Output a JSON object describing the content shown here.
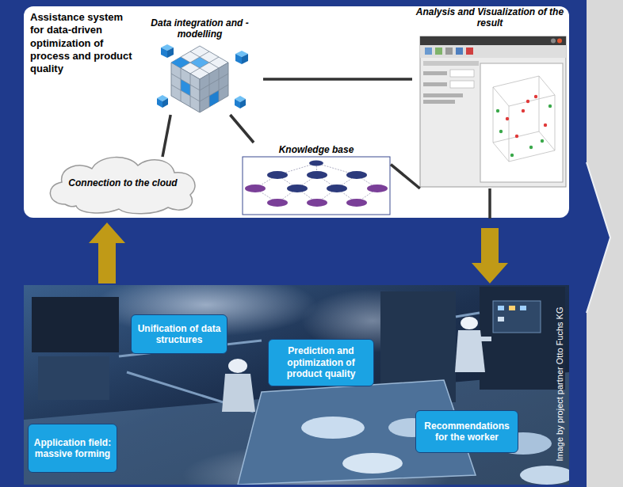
{
  "diagram": {
    "nodes": [
      {
        "text": [
          "Assistance system for data-driven optimization of process and product quality"
        ]
      },
      {
        "text": [
          "Data integration and - modelling"
        ],
        "in": 0
      },
      {
        "text": [
          "Analysis and Visualization of the result"
        ],
        "in": 0
      },
      {
        "text": [
          "Knowledge base"
        ],
        "in": 0
      },
      {
        "text": [
          "Connection to the cloud"
        ],
        "in": 0
      },
      {
        "text": [
          "Image by project partner Otto Fuchs KG"
        ]
      },
      {
        "text": [
          "Unification of data structures"
        ],
        "in": 5
      },
      {
        "text": [
          "Prediction and optimization of product quality"
        ],
        "in": 5
      },
      {
        "text": [
          "Recommendations for the worker"
        ],
        "in": 5
      },
      {
        "text": [
          "Application field: massive forming"
        ],
        "in": 5
      }
    ],
    "edges": [
      {
        "from": 1,
        "to": 2,
        "arrow": "none"
      },
      {
        "from": 1,
        "to": 3,
        "arrow": "none"
      },
      {
        "from": 1,
        "to": 4,
        "arrow": "none"
      },
      {
        "from": 3,
        "to": 2,
        "arrow": "none"
      },
      {
        "from": 5,
        "to": 0,
        "arrow": "to"
      },
      {
        "from": 2,
        "to": 5,
        "arrow": "to"
      }
    ]
  }
}
